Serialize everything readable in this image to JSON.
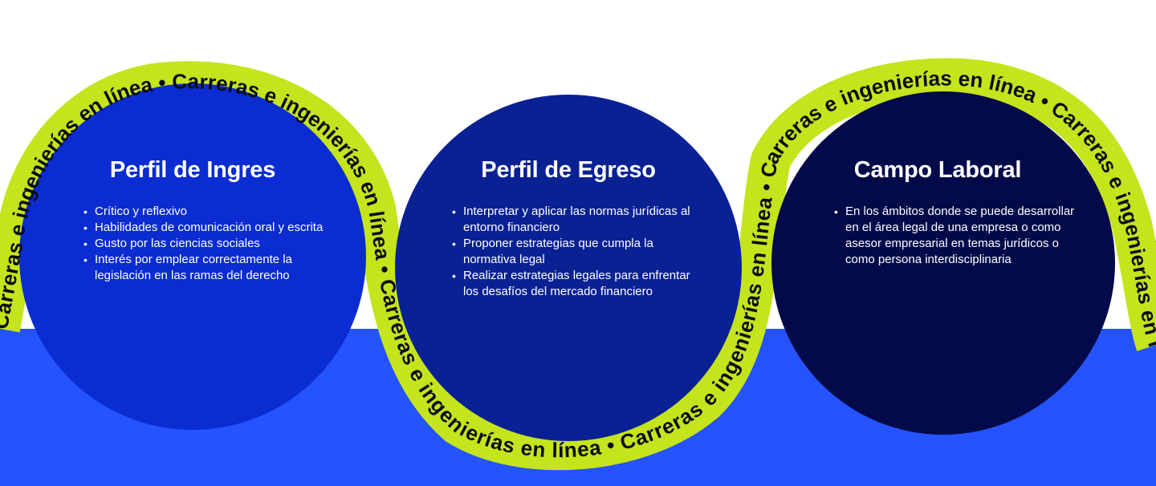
{
  "ribbon": {
    "text": "Carreras e ingenierías en línea • Carreras e ingenierías en línea • Carreras e ingenierías en línea • Carreras e ingenierías en línea • Carreras e ingenierías en línea • Carreras e ingenierías en línea • Carreras e ingenierías en línea • Carreras e ingenierías en línea • ",
    "color": "#c5e41d",
    "text_color": "#0b0b12"
  },
  "colors": {
    "band": "#2453ff",
    "circle_1": "#0a2cd1",
    "circle_2": "#0a2194",
    "circle_3": "#020a49"
  },
  "cards": [
    {
      "title": "Perfil de Ingres",
      "items": [
        "Crítico y reflexivo",
        "Habilidades de comunicación oral y escrita",
        "Gusto por las ciencias sociales",
        "Interés por emplear correctamente la legislación en las ramas del derecho"
      ]
    },
    {
      "title": "Perfil de Egreso",
      "items": [
        "Interpretar y aplicar las normas jurídicas al entorno financiero",
        "Proponer estrategias que cumpla la normativa legal",
        "Realizar estrategias legales para enfrentar los desafíos del mercado financiero"
      ]
    },
    {
      "title": "Campo Laboral",
      "items": [
        "En los ámbitos donde se  puede desarrollar en el área legal de una empresa o como asesor empresarial en temas jurídicos o como persona interdisciplinaria"
      ]
    }
  ]
}
